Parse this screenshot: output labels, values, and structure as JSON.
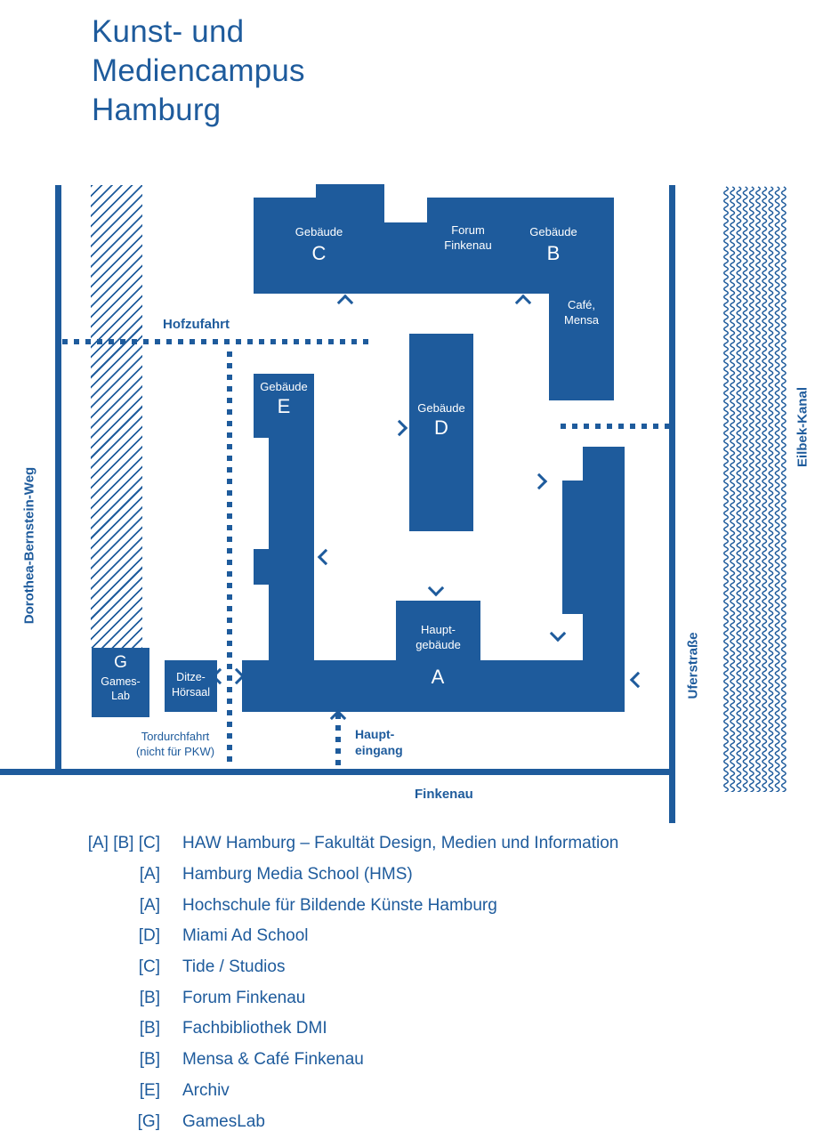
{
  "title": "Kunst- und Mediencampus Hamburg",
  "colors": {
    "primary": "#1e5b9c",
    "building_text": "#ffffff"
  },
  "icons": {
    "entrance": "chevron-arrow",
    "canal": "wavy-water-lines",
    "trees": "diagonal-hatch"
  },
  "map": {
    "streets": {
      "dorothea": "Dorothea-Bernstein-Weg",
      "uferstrasse": "Uferstraße",
      "finkenau": "Finkenau",
      "eilbek_kanal": "Eilbek-Kanal"
    },
    "paths": {
      "hofzufahrt": "Hofzufahrt",
      "tordurchfahrt_line1": "Tordurchfahrt",
      "tordurchfahrt_line2": "(nicht für PKW)",
      "haupteingang_line1": "Haupt-",
      "haupteingang_line2": "eingang"
    },
    "buildings": {
      "c": {
        "type": "Gebäude",
        "letter": "C"
      },
      "forum": {
        "line1": "Forum",
        "line2": "Finkenau"
      },
      "b": {
        "type": "Gebäude",
        "letter": "B"
      },
      "cafe": {
        "line1": "Café,",
        "line2": "Mensa"
      },
      "e": {
        "type": "Gebäude",
        "letter": "E"
      },
      "d": {
        "type": "Gebäude",
        "letter": "D"
      },
      "haupt": {
        "line1": "Haupt-",
        "line2": "gebäude",
        "letter": "A"
      },
      "ditze": {
        "line1": "Ditze-",
        "line2": "Hörsaal"
      },
      "gameslab": {
        "letter": "G",
        "line1": "Games-",
        "line2": "Lab"
      }
    }
  },
  "legend": {
    "rows": [
      {
        "tags": "[A] [B] [C]",
        "name": "HAW Hamburg – Fakultät Design, Medien und Information"
      },
      {
        "tags": "[A]",
        "name": "Hamburg Media School (HMS)"
      },
      {
        "tags": "[A]",
        "name": "Hochschule für Bildende Künste Hamburg"
      },
      {
        "tags": "[D]",
        "name": "Miami Ad School"
      },
      {
        "tags": "[C]",
        "name": "Tide / Studios"
      },
      {
        "tags": "[B]",
        "name": "Forum Finkenau"
      },
      {
        "tags": "[B]",
        "name": "Fachbibliothek DMI"
      },
      {
        "tags": "[B]",
        "name": "Mensa & Café Finkenau"
      },
      {
        "tags": "[E]",
        "name": "Archiv"
      },
      {
        "tags": "[G]",
        "name": "GamesLab"
      }
    ]
  }
}
